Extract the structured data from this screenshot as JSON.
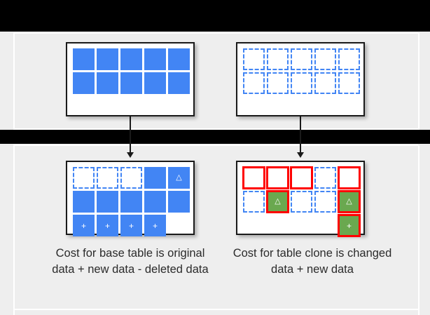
{
  "figure": {
    "background_color": "#eeeeee",
    "blue": "#4285f4",
    "green": "#6aa84f",
    "red_highlight": "#ff0000",
    "panel_border": "#1a1a1a"
  },
  "panels": {
    "top_left": {
      "name": "base-table-original",
      "rows": [
        [
          {
            "style": "solid",
            "glyph": ""
          },
          {
            "style": "solid",
            "glyph": ""
          },
          {
            "style": "solid",
            "glyph": ""
          },
          {
            "style": "solid",
            "glyph": ""
          },
          {
            "style": "solid",
            "glyph": ""
          }
        ],
        [
          {
            "style": "solid",
            "glyph": ""
          },
          {
            "style": "solid",
            "glyph": ""
          },
          {
            "style": "solid",
            "glyph": ""
          },
          {
            "style": "solid",
            "glyph": ""
          },
          {
            "style": "solid",
            "glyph": ""
          }
        ]
      ]
    },
    "top_right": {
      "name": "table-clone-empty",
      "rows": [
        [
          {
            "style": "dashed",
            "glyph": ""
          },
          {
            "style": "dashed",
            "glyph": ""
          },
          {
            "style": "dashed",
            "glyph": ""
          },
          {
            "style": "dashed",
            "glyph": ""
          },
          {
            "style": "dashed",
            "glyph": ""
          }
        ],
        [
          {
            "style": "dashed",
            "glyph": ""
          },
          {
            "style": "dashed",
            "glyph": ""
          },
          {
            "style": "dashed",
            "glyph": ""
          },
          {
            "style": "dashed",
            "glyph": ""
          },
          {
            "style": "dashed",
            "glyph": ""
          }
        ]
      ]
    },
    "bottom_left": {
      "name": "base-table-after-changes",
      "rows": [
        [
          {
            "style": "dashed",
            "glyph": "–"
          },
          {
            "style": "dashed",
            "glyph": "–"
          },
          {
            "style": "dashed",
            "glyph": "–"
          },
          {
            "style": "solid",
            "glyph": ""
          },
          {
            "style": "solid",
            "glyph": "△"
          }
        ],
        [
          {
            "style": "solid",
            "glyph": ""
          },
          {
            "style": "solid",
            "glyph": ""
          },
          {
            "style": "solid",
            "glyph": ""
          },
          {
            "style": "solid",
            "glyph": ""
          },
          {
            "style": "solid",
            "glyph": ""
          }
        ],
        [
          {
            "style": "solid",
            "glyph": "+"
          },
          {
            "style": "solid",
            "glyph": "+"
          },
          {
            "style": "solid",
            "glyph": "+"
          },
          {
            "style": "solid",
            "glyph": "+"
          },
          {
            "style": "empty",
            "glyph": ""
          }
        ]
      ]
    },
    "bottom_right": {
      "name": "table-clone-after-changes",
      "rows": [
        [
          {
            "style": "dashed",
            "glyph": "",
            "ring": true
          },
          {
            "style": "dashed",
            "glyph": "",
            "ring": true
          },
          {
            "style": "dashed",
            "glyph": "",
            "ring": true
          },
          {
            "style": "dashed",
            "glyph": "",
            "ring": false
          },
          {
            "style": "dashed",
            "glyph": "",
            "ring": true
          }
        ],
        [
          {
            "style": "dashed",
            "glyph": "",
            "ring": false
          },
          {
            "style": "green",
            "glyph": "△",
            "ring": true
          },
          {
            "style": "dashed",
            "glyph": "",
            "ring": false
          },
          {
            "style": "dashed",
            "glyph": "",
            "ring": false
          },
          {
            "style": "green",
            "glyph": "△",
            "ring": true
          }
        ],
        [
          {
            "style": "empty",
            "glyph": "",
            "ring": false
          },
          {
            "style": "empty",
            "glyph": "",
            "ring": false
          },
          {
            "style": "empty",
            "glyph": "",
            "ring": false
          },
          {
            "style": "empty",
            "glyph": "",
            "ring": false
          },
          {
            "style": "green",
            "glyph": "+",
            "ring": true
          }
        ]
      ]
    }
  },
  "captions": {
    "left": "Cost for base table is original data + new data - deleted data",
    "right": "Cost for table clone is changed data + new data"
  }
}
